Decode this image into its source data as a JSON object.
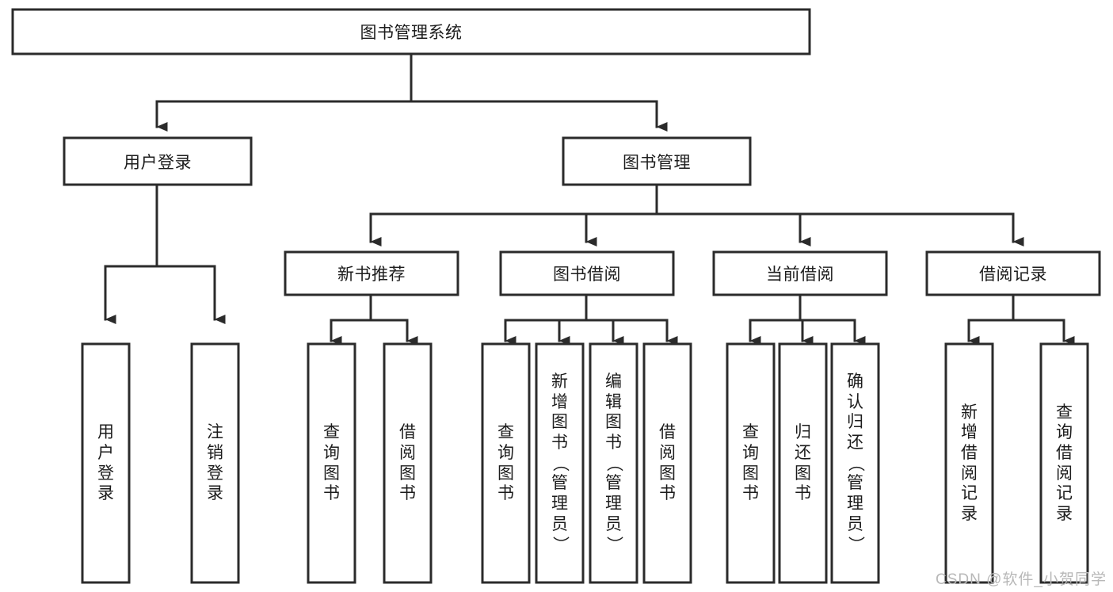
{
  "diagram": {
    "type": "tree-hierarchy",
    "title": "图书管理系统",
    "root": {
      "label": "图书管理系统",
      "orientation": "horizontal"
    },
    "level2": [
      {
        "label": "用户登录",
        "orientation": "horizontal"
      },
      {
        "label": "图书管理",
        "orientation": "horizontal"
      }
    ],
    "level3": [
      {
        "label": "新书推荐",
        "orientation": "horizontal"
      },
      {
        "label": "图书借阅",
        "orientation": "horizontal"
      },
      {
        "label": "当前借阅",
        "orientation": "horizontal"
      },
      {
        "label": "借阅记录",
        "orientation": "horizontal"
      }
    ],
    "leaves": {
      "user_login": [
        {
          "label": "用户登录",
          "chars": [
            "用",
            "户",
            "登",
            "录"
          ]
        },
        {
          "label": "注销登录",
          "chars": [
            "注",
            "销",
            "登",
            "录"
          ]
        }
      ],
      "new_book_recommend": [
        {
          "label": "查询图书",
          "chars": [
            "查",
            "询",
            "图",
            "书"
          ]
        },
        {
          "label": "借阅图书",
          "chars": [
            "借",
            "阅",
            "图",
            "书"
          ]
        }
      ],
      "book_borrow": [
        {
          "label": "查询图书",
          "chars": [
            "查",
            "询",
            "图",
            "书"
          ]
        },
        {
          "label": "新增图书（管理员）",
          "chars": [
            "新",
            "增",
            "图",
            "书",
            "（",
            "管",
            "理",
            "员",
            "）"
          ]
        },
        {
          "label": "编辑图书（管理员）",
          "chars": [
            "编",
            "辑",
            "图",
            "书",
            "（",
            "管",
            "理",
            "员",
            "）"
          ]
        },
        {
          "label": "借阅图书",
          "chars": [
            "借",
            "阅",
            "图",
            "书"
          ]
        }
      ],
      "current_borrow": [
        {
          "label": "查询图书",
          "chars": [
            "查",
            "询",
            "图",
            "书"
          ]
        },
        {
          "label": "归还图书",
          "chars": [
            "归",
            "还",
            "图",
            "书"
          ]
        },
        {
          "label": "确认归还（管理员）",
          "chars": [
            "确",
            "认",
            "归",
            "还",
            "（",
            "管",
            "理",
            "员",
            "）"
          ]
        }
      ],
      "borrow_record": [
        {
          "label": "新增借阅记录",
          "chars": [
            "新",
            "增",
            "借",
            "阅",
            "记",
            "录"
          ]
        },
        {
          "label": "查询借阅记录",
          "chars": [
            "查",
            "询",
            "借",
            "阅",
            "记",
            "录"
          ]
        }
      ]
    }
  },
  "watermark": {
    "text": "CSDN @软件_小贺同学"
  },
  "colors": {
    "stroke": "#2b2b2b",
    "fill": "#ffffff",
    "text": "#1c1c1c",
    "watermark": "#b8b8b8"
  }
}
